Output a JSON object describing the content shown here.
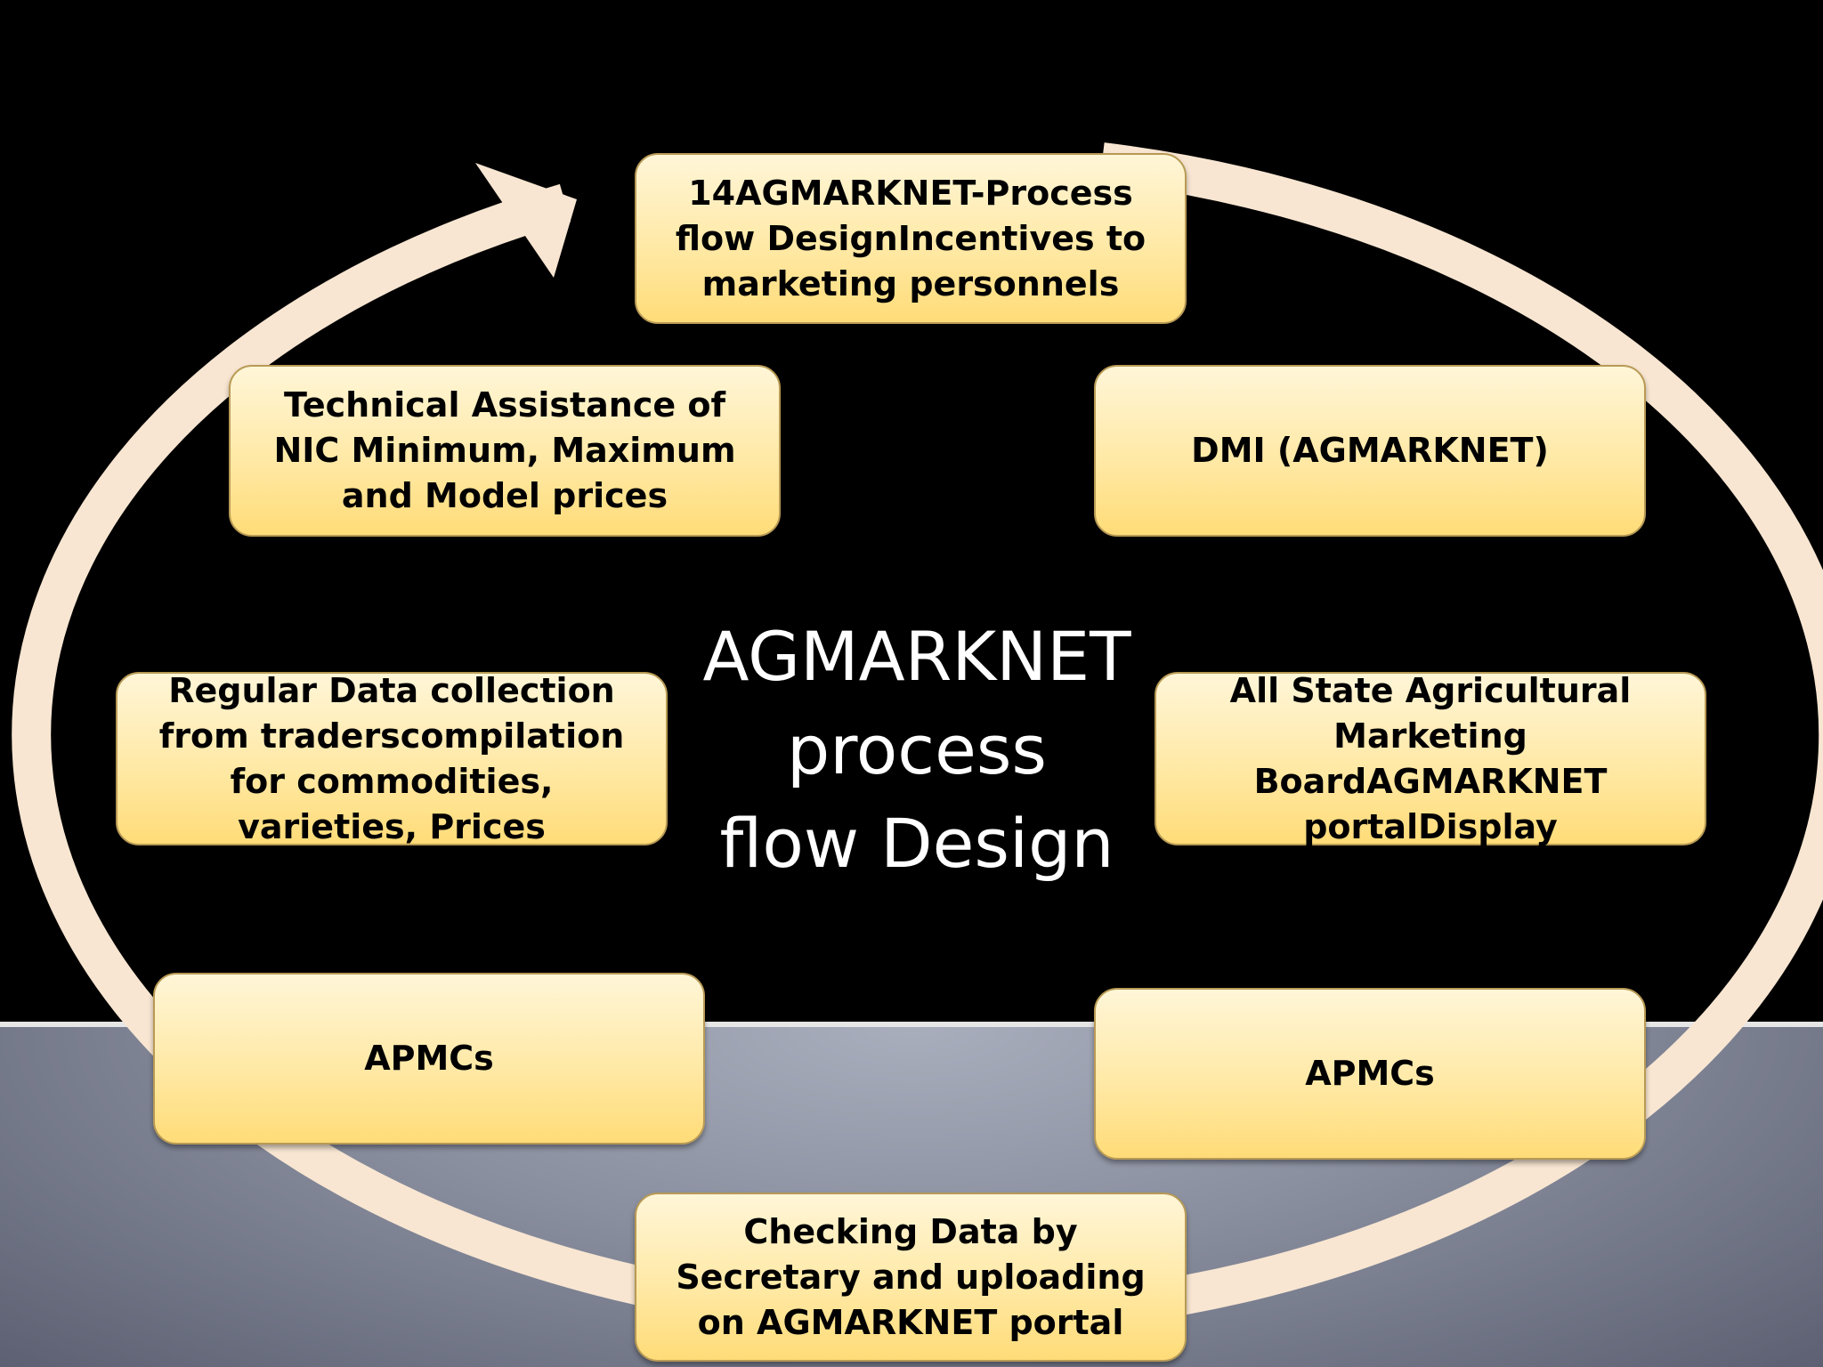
{
  "diagram": {
    "title": "AGMARKNET\nprocess\nflow Design",
    "nodes": [
      {
        "id": "top",
        "label": "14AGMARKNET-Process flow DesignIncentives to marketing personnels"
      },
      {
        "id": "upper-right",
        "label": "DMI (AGMARKNET)"
      },
      {
        "id": "mid-right",
        "label": "All State Agricultural Marketing BoardAGMARKNET portalDisplay"
      },
      {
        "id": "lower-right",
        "label": "APMCs"
      },
      {
        "id": "bottom",
        "label": "Checking Data by Secretary and uploading on AGMARKNET portal"
      },
      {
        "id": "lower-left",
        "label": "APMCs"
      },
      {
        "id": "mid-left",
        "label": "Regular Data collection from traderscompilation for commodities, varieties, Prices"
      },
      {
        "id": "upper-left",
        "label": "Technical Assistance of NIC Minimum, Maximum and Model prices"
      }
    ],
    "colors": {
      "background": "#000000",
      "lower_band": "#8a8f9f",
      "ring": "#f8e6d2",
      "box_fill": "#ffe9a6",
      "box_border": "#b89a55",
      "title_text": "#ffffff"
    }
  }
}
